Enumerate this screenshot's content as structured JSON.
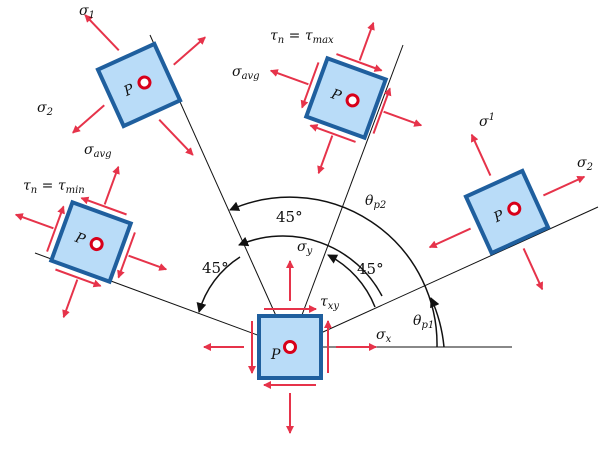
{
  "colors": {
    "element_fill": "#b9dcf8",
    "element_stroke": "#1f5f9e",
    "arrow": "#e6334a",
    "line": "#111111",
    "point": "#d8001a"
  },
  "point_label": "P",
  "labels": {
    "sigma_x": "σ",
    "sigma_x_sub": "x",
    "sigma_y": "σ",
    "sigma_y_sub": "y",
    "tau_xy": "τ",
    "tau_xy_sub": "xy",
    "theta_p1": "θ",
    "theta_p1_sub": "p1",
    "theta_p2": "θ",
    "theta_p2_sub": "p2",
    "angle_45_a": "45°",
    "angle_45_b": "45°",
    "angle_45_c": "45°",
    "sigma1_right": "σ",
    "sigma1_right_sub": "1",
    "sigma2_right": "σ",
    "sigma2_right_sub": "2",
    "sigma1_top": "σ",
    "sigma1_top_sub": "1",
    "sigma2_top": "σ",
    "sigma2_top_sub": "2",
    "tau_max_eq": "τ",
    "tau_max_eq_sub": "n",
    "tau_max_eq_mid": " = τ",
    "tau_max_eq_sub2": "max",
    "tau_min_eq": "τ",
    "tau_min_eq_sub": "n",
    "tau_min_eq_mid": " = τ",
    "tau_min_eq_sub2": "min",
    "sigma_avg_top": "σ",
    "sigma_avg_top_sub": "avg",
    "sigma_avg_left": "σ",
    "sigma_avg_left_sub": "avg"
  }
}
